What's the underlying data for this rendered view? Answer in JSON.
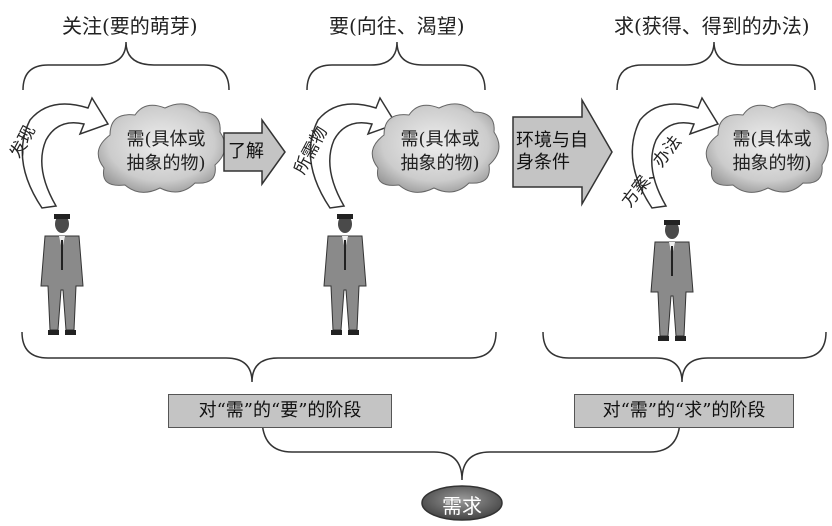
{
  "stages": [
    {
      "title": "关注(要的萌芽)",
      "curve_label": "发现",
      "cloud_line1": "需(具体或",
      "cloud_line2": "抽象的物)"
    },
    {
      "title": "要(向往、渴望)",
      "curve_label": "所需物",
      "cloud_line1": "需(具体或",
      "cloud_line2": "抽象的物)"
    },
    {
      "title": "求(获得、得到的办法)",
      "curve_label": "方案、办法",
      "cloud_line1": "需(具体或",
      "cloud_line2": "抽象的物)"
    }
  ],
  "transitions": [
    {
      "line1": "了解",
      "line2": ""
    },
    {
      "line1": "环境与自",
      "line2": "身条件"
    }
  ],
  "phases": {
    "left": "对“需”的“要”的阶段",
    "right": "对“需”的“求”的阶段"
  },
  "final": "需求",
  "colors": {
    "fill": "#c4c4c4",
    "dark": "#555555",
    "suit": "#8a8a8a"
  }
}
